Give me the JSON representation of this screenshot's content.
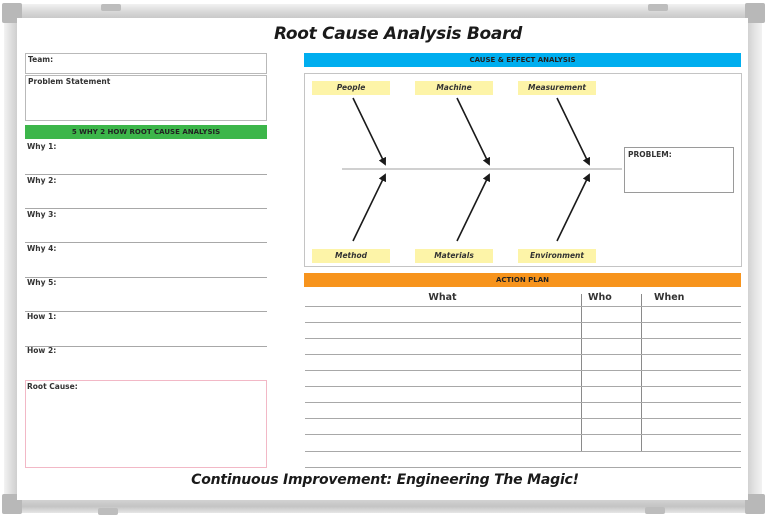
{
  "board": {
    "title": "Root Cause Analysis Board",
    "footer": "Continuous Improvement: Engineering The Magic!"
  },
  "left_panel": {
    "team_label": "Team:",
    "problem_statement_label": "Problem Statement",
    "why_how_header": "5 WHY 2 HOW ROOT CAUSE ANALYSIS",
    "rows": [
      {
        "label": "Why 1:"
      },
      {
        "label": "Why 2:"
      },
      {
        "label": "Why 3:"
      },
      {
        "label": "Why 4:"
      },
      {
        "label": "Why 5:"
      },
      {
        "label": "How 1:"
      },
      {
        "label": "How 2:"
      }
    ],
    "root_cause_label": "Root Cause:"
  },
  "cause_effect": {
    "header": "CAUSE & EFFECT ANALYSIS",
    "top_categories": [
      "People",
      "Machine",
      "Measurement"
    ],
    "bottom_categories": [
      "Method",
      "Materials",
      "Environment"
    ],
    "problem_label": "PROBLEM:"
  },
  "action_plan": {
    "header": "ACTION PLAN",
    "columns": [
      "What",
      "Who",
      "When"
    ],
    "row_count": 10
  },
  "colors": {
    "green_bar": "#3cb64a",
    "blue_bar": "#00aeef",
    "orange_bar": "#f7941d",
    "sticky_note": "#fdf4a8",
    "root_cause_border": "#f2b8c6"
  }
}
